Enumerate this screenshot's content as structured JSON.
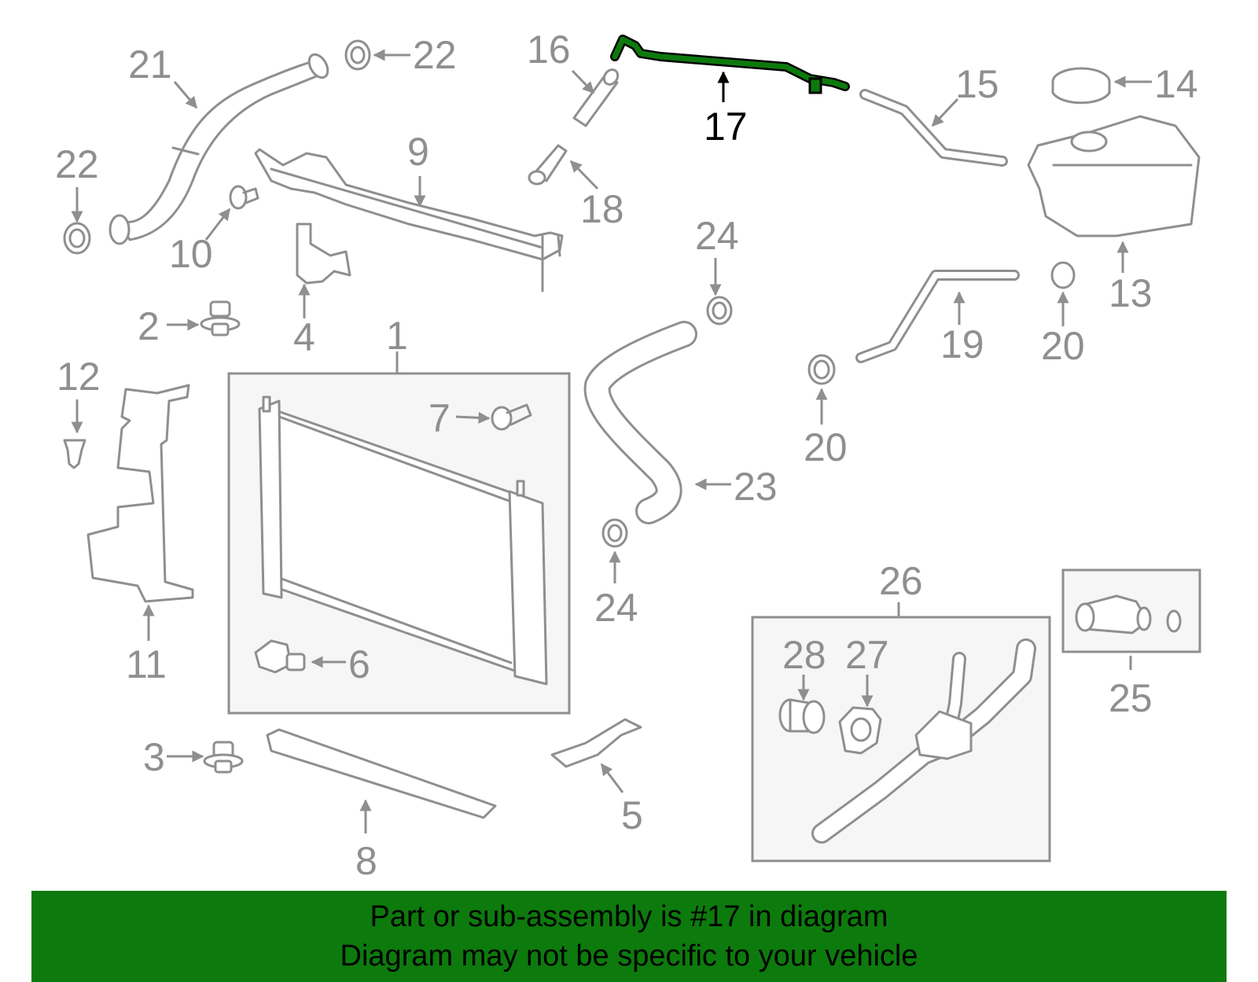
{
  "banner": {
    "line1": "Part or sub-assembly is #17 in diagram",
    "line2": "Diagram may not be specific to your vehicle"
  },
  "highlight": {
    "part_number": "17",
    "color": "#0d7a0d"
  },
  "labels": {
    "l1": "1",
    "l2": "2",
    "l3": "3",
    "l4": "4",
    "l5": "5",
    "l6": "6",
    "l7": "7",
    "l8": "8",
    "l9": "9",
    "l10": "10",
    "l11": "11",
    "l12": "12",
    "l13": "13",
    "l14": "14",
    "l15": "15",
    "l16": "16",
    "l17": "17",
    "l18": "18",
    "l19": "19",
    "l20a": "20",
    "l20b": "20",
    "l21": "21",
    "l22a": "22",
    "l22b": "22",
    "l23": "23",
    "l24a": "24",
    "l24b": "24",
    "l25": "25",
    "l26": "26",
    "l27": "27",
    "l28": "28"
  }
}
